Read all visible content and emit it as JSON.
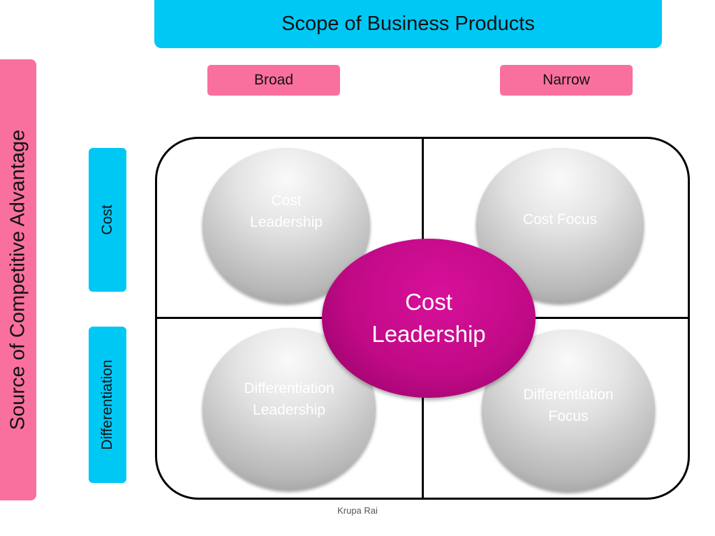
{
  "header": {
    "title": "Scope of Business Products"
  },
  "columns": {
    "broad": "Broad",
    "narrow": "Narrow"
  },
  "rows": {
    "side_title": "Source of Competitive Advantage",
    "cost": "Cost",
    "differentiation": "Differentiation"
  },
  "quadrants": {
    "top_left": "Cost\nLeadership",
    "top_right": "Cost Focus",
    "bottom_left": "Differentiation\nLeadership",
    "bottom_right": "Differentiation\nFocus"
  },
  "center": {
    "label": "Cost\nLeadership"
  },
  "footer": {
    "author": "Krupa Rai"
  },
  "colors": {
    "cyan": "#00c8f5",
    "pink": "#f9709f",
    "magenta": "#c00a86",
    "grey_circle": "#b8b8b8"
  }
}
